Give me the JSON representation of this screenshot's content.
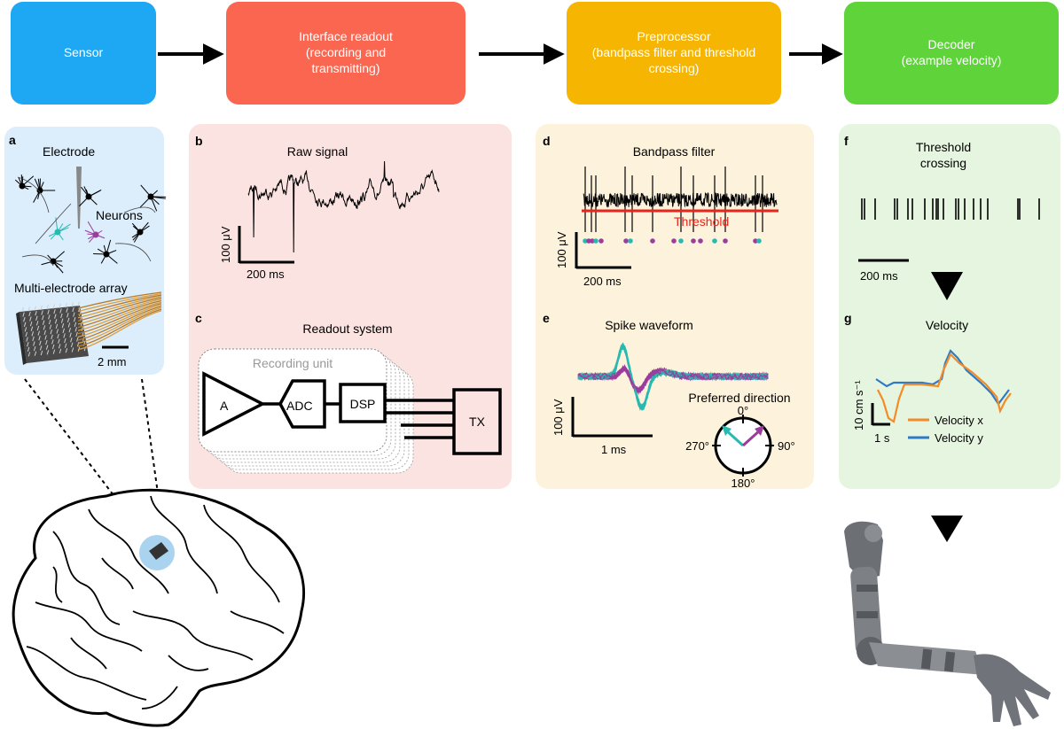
{
  "pipeline": {
    "sensor": {
      "line1": "Sensor",
      "color": "#1ea7f3"
    },
    "interface": {
      "line1": "Interface readout",
      "line2": "(recording and",
      "line3": "transmitting)",
      "color": "#fb6651"
    },
    "preprocessor": {
      "line1": "Preprocessor",
      "line2": "(bandpass filter and threshold",
      "line3": "crossing)",
      "color": "#f6b500"
    },
    "decoder": {
      "line1": "Decoder",
      "line2": "(example velocity)",
      "color": "#5ed43a"
    }
  },
  "panel_a": {
    "letter": "a",
    "electrode_label": "Electrode",
    "neurons_label": "Neurons",
    "array_label": "Multi-electrode array",
    "scale_label": "2 mm",
    "bg": "#dcedfb"
  },
  "panel_b": {
    "letter": "b",
    "title": "Raw signal",
    "y_scale": "100 μV",
    "x_scale": "200 ms",
    "bg": "#fbe3e1"
  },
  "panel_c": {
    "letter": "c",
    "title": "Readout system",
    "recording_unit": "Recording unit",
    "amp": "A",
    "adc": "ADC",
    "dsp": "DSP",
    "tx": "TX"
  },
  "panel_d": {
    "letter": "d",
    "title": "Bandpass filter",
    "threshold_label": "Threshold",
    "y_scale": "100 μV",
    "x_scale": "200 ms",
    "bg": "#fdf2dc",
    "threshold_color": "#e8241c"
  },
  "panel_e": {
    "letter": "e",
    "title": "Spike waveform",
    "y_scale": "100 μV",
    "x_scale": "1 ms",
    "pd_title": "Preferred direction",
    "deg_0": "0°",
    "deg_90": "90°",
    "deg_180": "180°",
    "deg_270": "270°",
    "teal": "#29b9b0",
    "purple": "#9a3d9d"
  },
  "panel_f": {
    "letter": "f",
    "title_line1": "Threshold",
    "title_line2": "crossing",
    "x_scale": "200 ms",
    "bg": "#e6f5df"
  },
  "panel_g": {
    "letter": "g",
    "title": "Velocity",
    "y_scale": "10 cm s⁻¹",
    "x_scale": "1 s",
    "legend_x": "Velocity x",
    "legend_y": "Velocity y",
    "color_x": "#f28c28",
    "color_y": "#2f7ac4"
  }
}
